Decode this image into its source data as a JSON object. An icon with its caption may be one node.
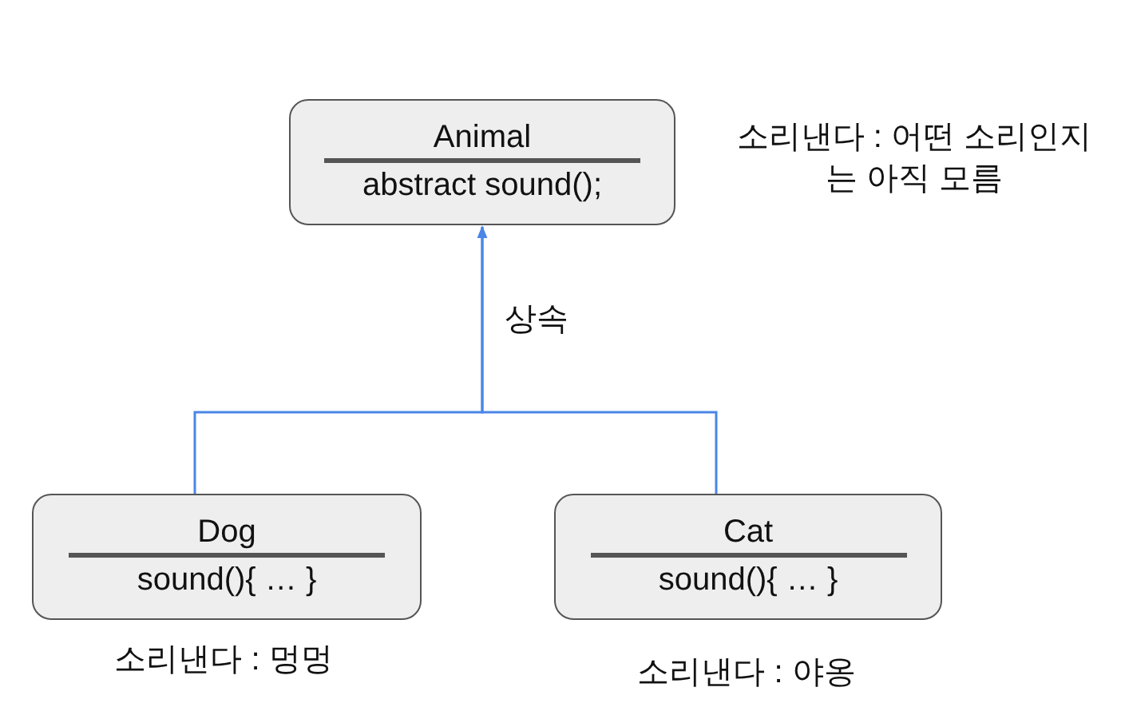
{
  "diagram": {
    "nodes": [
      {
        "text": [
          "Animal",
          "abstract sound();"
        ],
        "beside": [
          "소리낸다 : 어떤 소리인지는 아직 모름"
        ]
      },
      {
        "text": [
          "Dog",
          "sound(){ … }"
        ],
        "beside": [
          "소리낸다 : 멍멍"
        ]
      },
      {
        "text": [
          "Cat",
          "sound(){ … }"
        ],
        "beside": [
          "소리낸다 : 야옹"
        ]
      }
    ],
    "edges": [
      {
        "from": 1,
        "to": 0,
        "arrow": "to",
        "label": "상속"
      },
      {
        "from": 2,
        "to": 0,
        "arrow": "to"
      }
    ]
  }
}
